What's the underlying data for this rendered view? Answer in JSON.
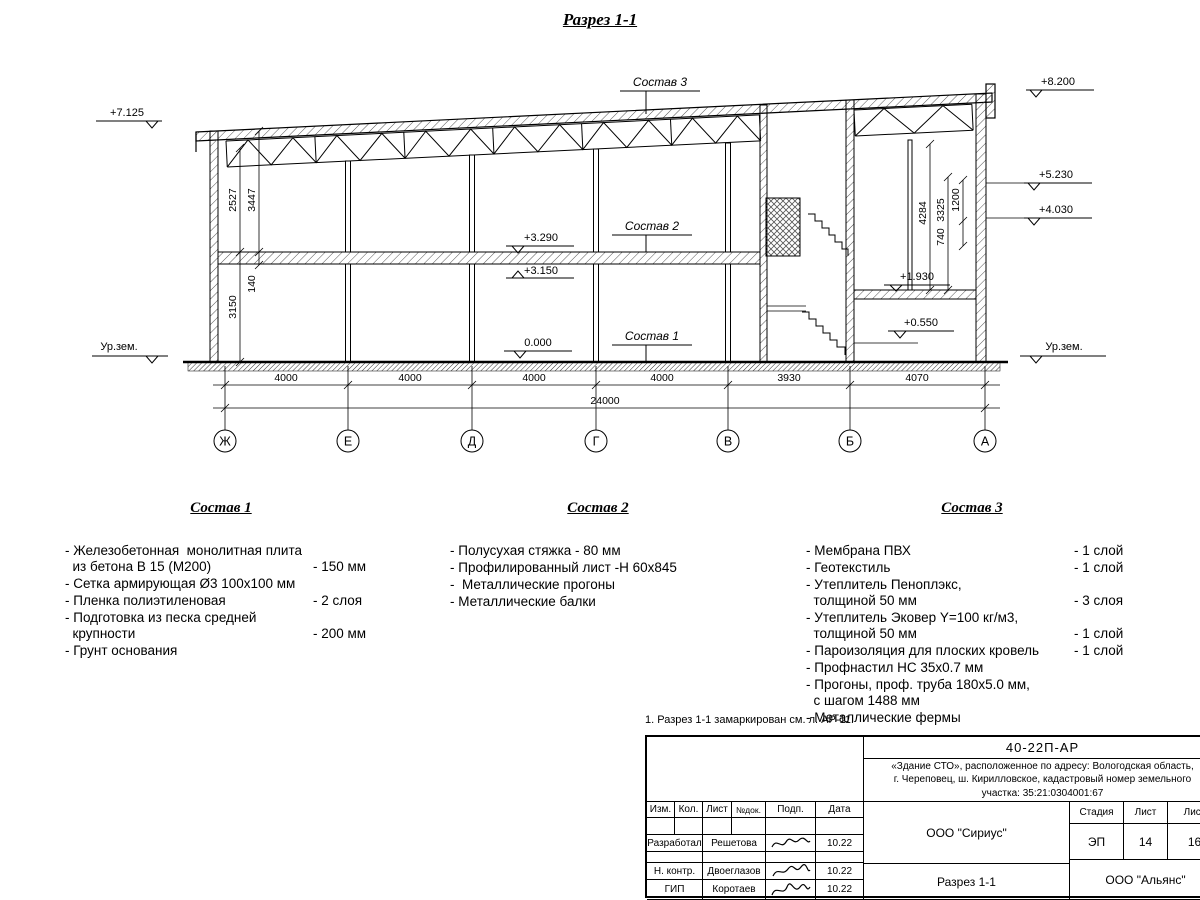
{
  "drawing": {
    "title": "Разрез 1-1",
    "labels": {
      "sostav1": "Состав 1",
      "sostav2": "Состав 2",
      "sostav3": "Состав 3"
    },
    "elevations": {
      "left_roof": "+7.125",
      "right_top": "+8.200",
      "right_upper": "+5.230",
      "right_mid": "+4.030",
      "floor_top": "+3.290",
      "floor": "+3.150",
      "zero": "0.000",
      "mezzanine": "+1.930",
      "landing": "+0.550",
      "ground_left": "Ур.зем.",
      "ground_right": "Ур.зем."
    },
    "vdims_left": [
      "2527",
      "3447",
      "3150",
      "140"
    ],
    "vdims_right": [
      "4284",
      "3325",
      "1200",
      "740"
    ],
    "hdims": [
      "4000",
      "4000",
      "4000",
      "4000",
      "3930",
      "4070"
    ],
    "total_dim": "24000",
    "axes": [
      "Ж",
      "Е",
      "Д",
      "Г",
      "В",
      "Б",
      "А"
    ]
  },
  "compositions": [
    {
      "title": "Состав 1",
      "items": [
        {
          "name": "- Железобетонная  монолитная плита\n  из бетона В 15 (М200)",
          "value": "- 150 мм"
        },
        {
          "name": "- Сетка армирующая Ø3 100х100 мм",
          "value": ""
        },
        {
          "name": "- Пленка полиэтиленовая",
          "value": "- 2 слоя"
        },
        {
          "name": "- Подготовка из песка средней\n  крупности",
          "value": "- 200 мм"
        },
        {
          "name": "- Грунт основания",
          "value": ""
        }
      ]
    },
    {
      "title": "Состав 2",
      "items": [
        {
          "name": "- Полусухая стяжка - 80 мм",
          "value": ""
        },
        {
          "name": "- Профилированный лист -Н 60х845",
          "value": ""
        },
        {
          "name": "-  Металлические прогоны",
          "value": ""
        },
        {
          "name": "- Металлические балки",
          "value": ""
        }
      ]
    },
    {
      "title": "Состав 3",
      "items": [
        {
          "name": "- Мембрана ПВХ",
          "value": "- 1 слой"
        },
        {
          "name": "- Геотекстиль",
          "value": "- 1 слой"
        },
        {
          "name": "- Утеплитель Пеноплэкс,\n  толщиной 50 мм",
          "value": "- 3 слоя"
        },
        {
          "name": "- Утеплитель Эковер Y=100 кг/м3,\n  толщиной 50 мм",
          "value": "- 1 слой"
        },
        {
          "name": "- Пароизоляция для плоских кровель",
          "value": "- 1 слой"
        },
        {
          "name": "- Профнастил НС 35х0.7 мм",
          "value": ""
        },
        {
          "name": "- Прогоны, проф. труба 180х5.0 мм,\n  с шагом 1488 мм",
          "value": ""
        },
        {
          "name": "- Металлические фермы",
          "value": ""
        }
      ]
    }
  ],
  "note": "1. Разрез 1-1 замаркирован см. л. АР-11.",
  "titleblock": {
    "doc_code": "40-22П-АР",
    "description": "«Здание СТО», расположенное по адресу: Вологодская область,\nг. Череповец, ш. Кирилловское, кадастровый номер земельного\nучастка: 35:21:0304001:67",
    "columns": [
      "Изм.",
      "Кол.",
      "Лист",
      "№док.",
      "Подп.",
      "Дата"
    ],
    "rows": [
      {
        "role": "Разработал",
        "name": "Решетова",
        "date": "10.22"
      },
      {
        "role": "Н. контр.",
        "name": "Двоеглазов",
        "date": "10.22"
      },
      {
        "role": "ГИП",
        "name": "Коротаев",
        "date": "10.22"
      }
    ],
    "org1": "ООО \"Сириус\"",
    "drawing_name": "Разрез 1-1",
    "stage_label": "Стадия",
    "sheet_label": "Лист",
    "sheets_label": "Лист",
    "stage": "ЭП",
    "sheet": "14",
    "sheets": "16",
    "org2": "ООО \"Альянс\""
  }
}
